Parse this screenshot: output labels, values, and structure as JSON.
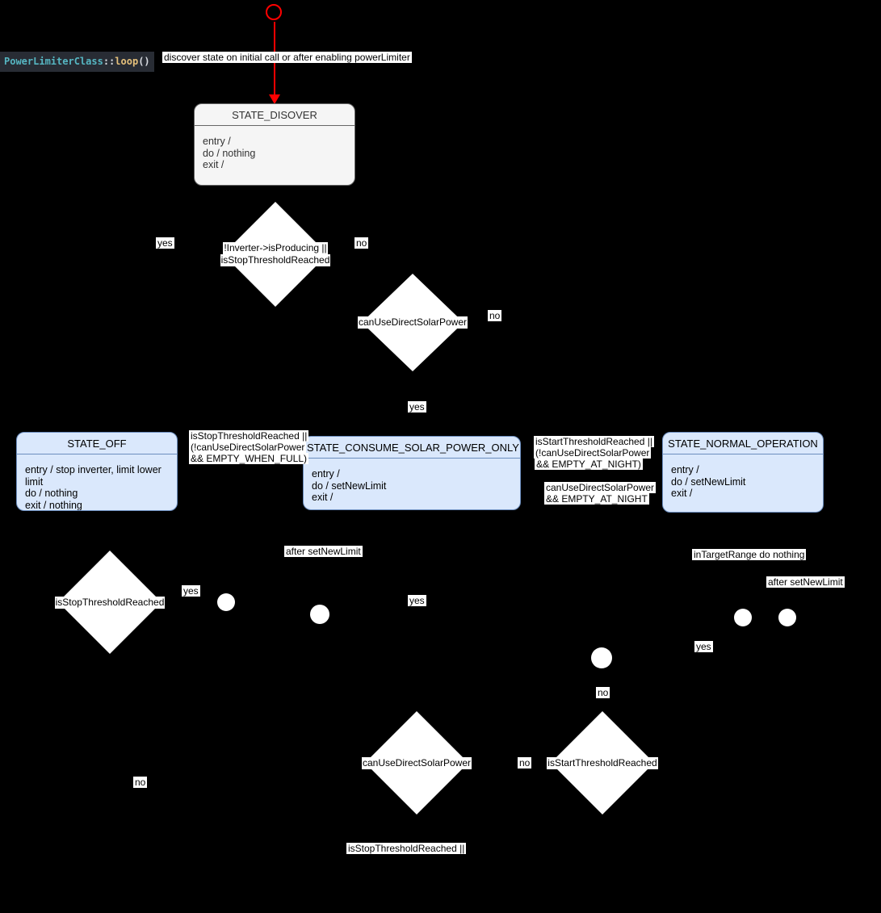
{
  "diagram_title": {
    "class_name": "PowerLimiterClass",
    "scope_operator": "::",
    "method_name": "loop",
    "parentheses": "()"
  },
  "colors": {
    "background": "#000000",
    "red_accent": "#ff0000",
    "state_gray_fill": "#f5f5f5",
    "state_gray_border": "#666666",
    "state_blue_fill": "#dae8fc",
    "state_blue_border": "#6c8ebf",
    "code_background": "#282c34",
    "code_class_color": "#56b6c2",
    "code_method_color": "#e5c07b"
  },
  "states": [
    {
      "title": "STATE_DISOVER",
      "lines": [
        "entry /",
        "do / nothing",
        "exit /"
      ]
    },
    {
      "title": "STATE_OFF",
      "lines": [
        "entry / stop inverter, limit lower limit",
        "do / nothing",
        "exit / nothing"
      ]
    },
    {
      "title": "STATE_CONSUME_SOLAR_POWER_ONLY",
      "lines": [
        "entry /",
        "do / setNewLimit",
        "exit /"
      ]
    },
    {
      "title": "STATE_NORMAL_OPERATION",
      "lines": [
        "entry /",
        "do / setNewLimit",
        "exit /"
      ]
    }
  ],
  "decisions": [
    {
      "lines": [
        "!Inverter->isProducing ||",
        "isStopThresholdReached"
      ]
    },
    {
      "lines": [
        "canUseDirectSolarPower"
      ]
    },
    {
      "lines": [
        "isStopThresholdReached"
      ]
    },
    {
      "lines": [
        "canUseDirectSolarPower"
      ]
    },
    {
      "lines": [
        "isStartThresholdReached"
      ]
    }
  ],
  "edge_labels": {
    "discover": "discover state on initial call or after enabling powerLimiter",
    "yes": "yes",
    "no": "no",
    "after_set_new_limit": "after setNewLimit",
    "in_target_range": "inTargetRange do nothing",
    "is_stop_threshold_partial": "isStopThresholdReached ||"
  },
  "guards": {
    "to_state_off": [
      "isStopThresholdReached ||",
      "(!canUseDirectSolarPower",
      "&& EMPTY_WHEN_FULL)"
    ],
    "to_state_normal": [
      "isStartThresholdReached ||",
      "(!canUseDirectSolarPower",
      "&& EMPTY_AT_NIGHT)"
    ],
    "to_state_consume": [
      "canUseDirectSolarPower",
      "&& EMPTY_AT_NIGHT"
    ]
  }
}
